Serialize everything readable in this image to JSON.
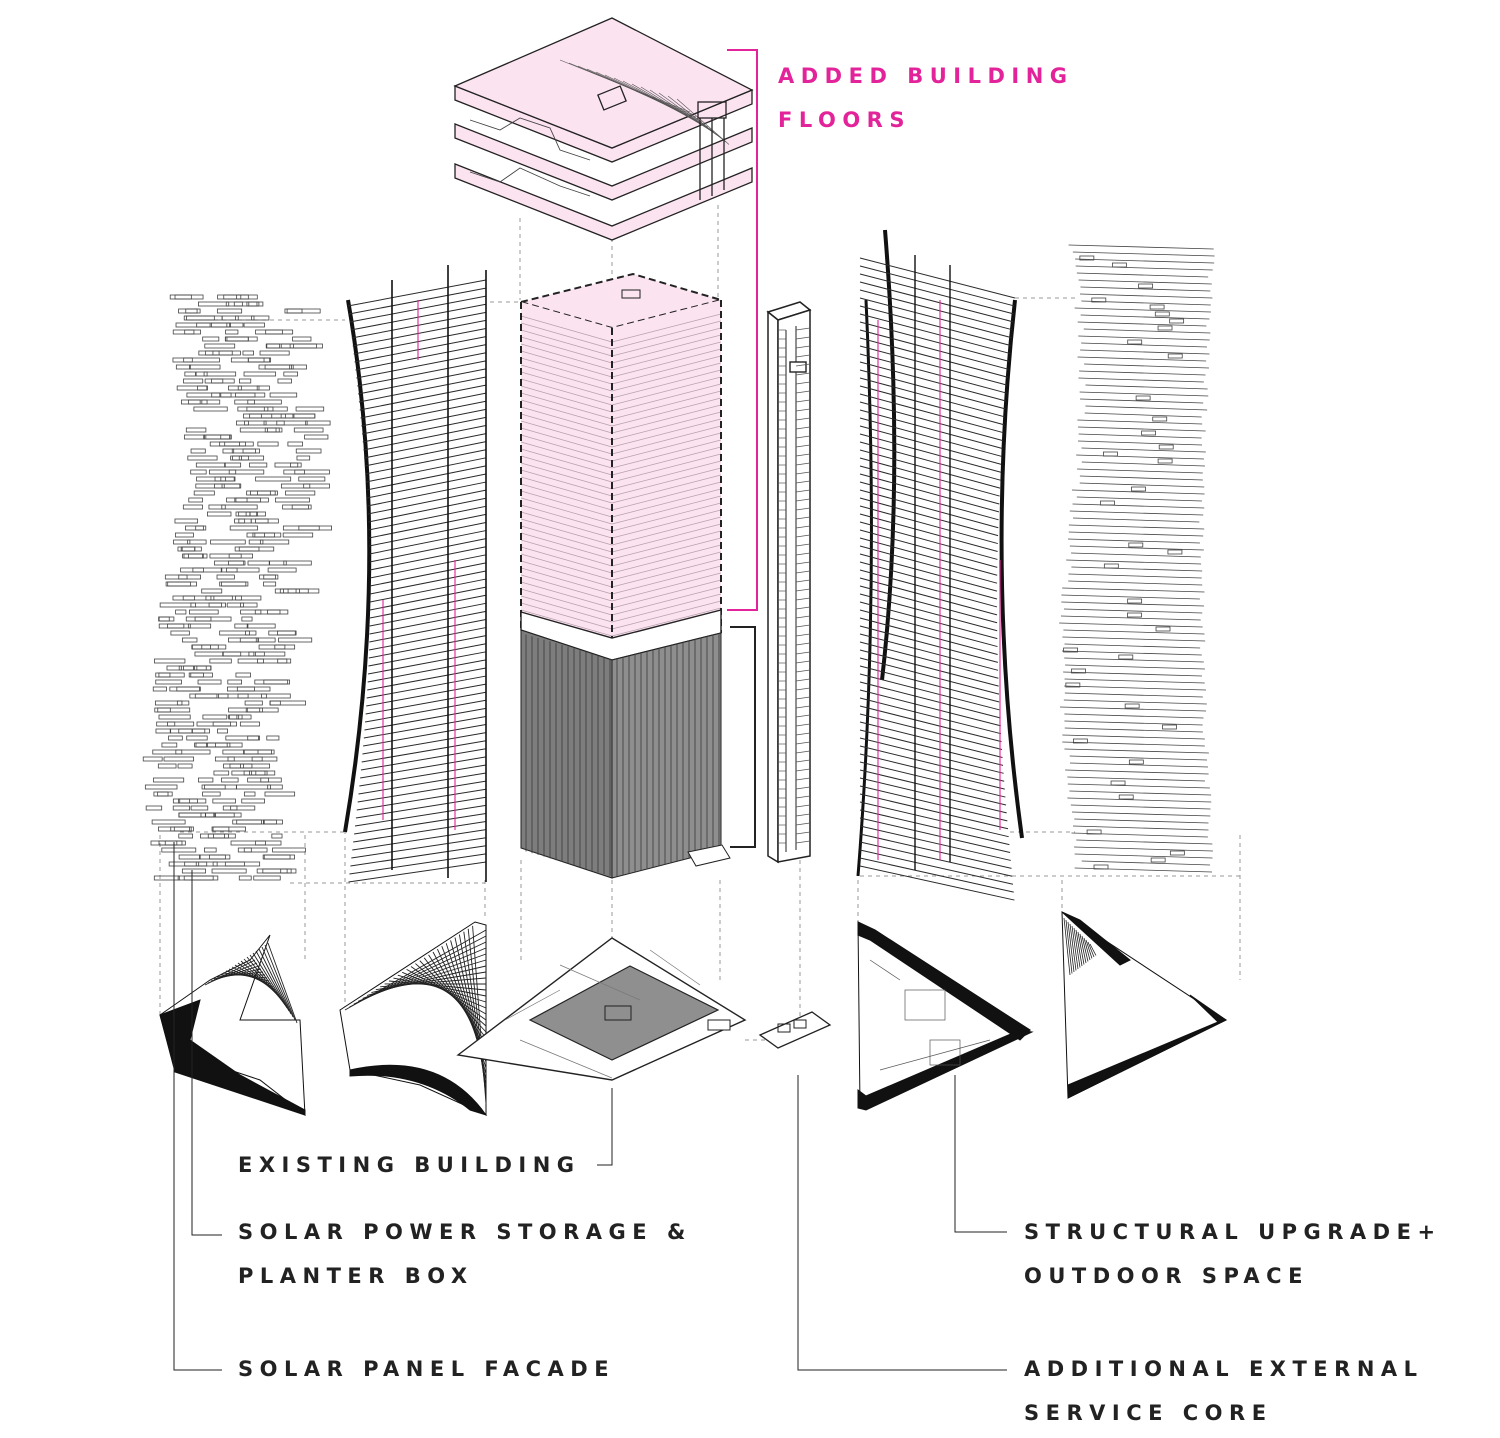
{
  "colors": {
    "accent": "#e3239a",
    "pink_fill": "#fbe3f0",
    "ink": "#222222",
    "existing_fill": "#7d7d7d",
    "floor_plate_fill": "#8f8f8f"
  },
  "labels": {
    "added_floors": {
      "line1": "ADDED BUILDING",
      "line2": "FLOORS"
    },
    "existing_building": {
      "line1": "EXISTING BUILDING"
    },
    "solar_storage": {
      "line1": "SOLAR POWER STORAGE &",
      "line2": "PLANTER BOX"
    },
    "solar_facade": {
      "line1": "SOLAR PANEL FACADE"
    },
    "structural": {
      "line1": "STRUCTURAL UPGRADE+",
      "line2": "OUTDOOR SPACE"
    },
    "service_core": {
      "line1": "ADDITIONAL EXTERNAL",
      "line2": "SERVICE CORE"
    }
  }
}
